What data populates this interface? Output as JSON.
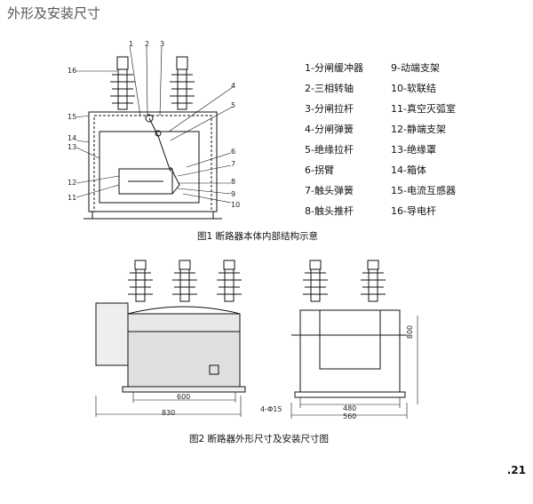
{
  "header": {
    "title": "外形及安装尺寸"
  },
  "figure1": {
    "caption": "图1 断路器本体内部结构示意",
    "callouts": [
      "1",
      "2",
      "3",
      "4",
      "5",
      "6",
      "7",
      "8",
      "9",
      "10",
      "11",
      "12",
      "13",
      "14",
      "15",
      "16"
    ],
    "legend": [
      "1-分闸缓冲器",
      "2-三相转轴",
      "3-分闸拉杆",
      "4-分闸弹簧",
      "5-绝缘拉杆",
      "6-拐臂",
      "7-触头弹簧",
      "8-触头推杆",
      "9-动端支架",
      "10-软联结",
      "11-真空灭弧室",
      "12-静端支架",
      "13-绝缘罩",
      "14-箱体",
      "15-电流互感器",
      "16-导电杆"
    ]
  },
  "figure2": {
    "caption": "图2 断路器外形尺寸及安装尺寸图",
    "dimensions": {
      "front_inner": "600",
      "front_overall": "830",
      "side_inner": "480",
      "side_overall": "560",
      "height": "800",
      "holes": "4-Φ15"
    }
  },
  "page": {
    "number": ".21"
  }
}
